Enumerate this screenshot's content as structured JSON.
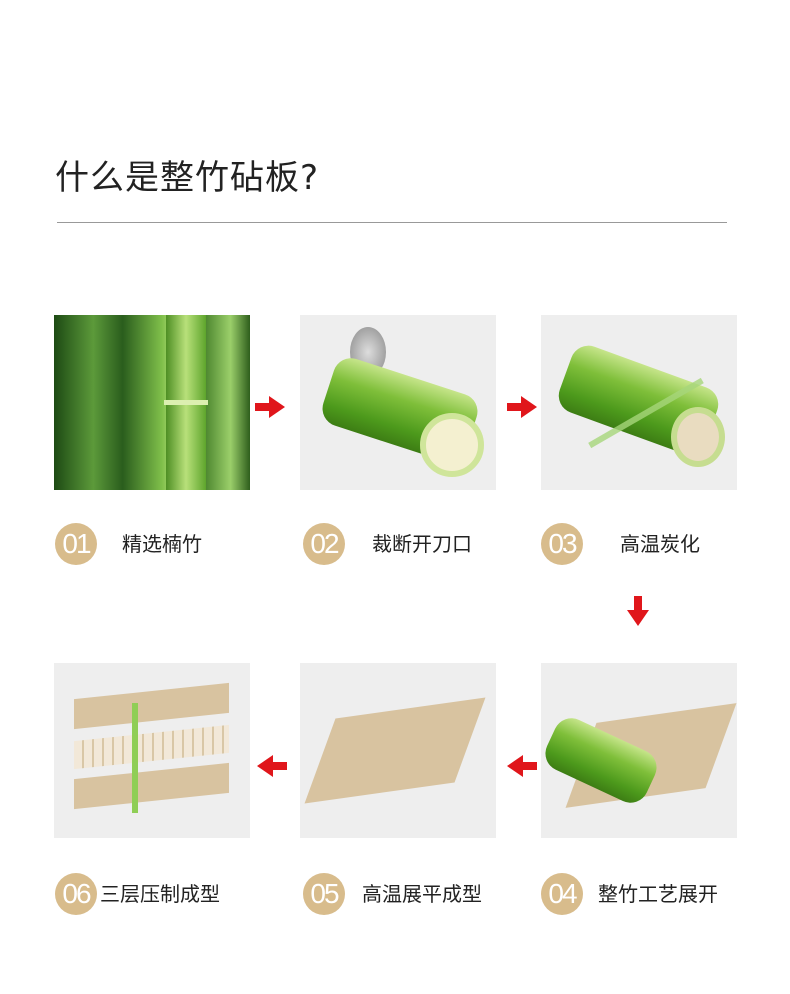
{
  "title": "什么是整竹砧板?",
  "steps": [
    {
      "num": "01",
      "label": "精选楠竹"
    },
    {
      "num": "02",
      "label": "裁断开刀口"
    },
    {
      "num": "03",
      "label": "高温炭化"
    },
    {
      "num": "04",
      "label": "整竹工艺展开"
    },
    {
      "num": "05",
      "label": "高温展平成型"
    },
    {
      "num": "06",
      "label": "三层压制成型"
    }
  ],
  "colors": {
    "badge": "#d8bc8c",
    "arrow": "#e0161b",
    "bamboo": "#5aa523",
    "board": "#d8c3a0"
  }
}
